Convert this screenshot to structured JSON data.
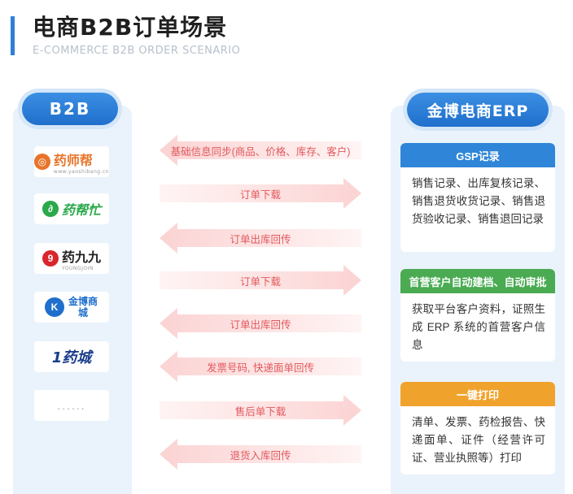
{
  "header": {
    "title": "电商B2B订单场景",
    "subtitle": "E-COMMERCE B2B ORDER SCENARIO"
  },
  "left": {
    "title": "B2B",
    "platforms": [
      {
        "name": "药师帮",
        "sub": "www.yaoshibang.cn",
        "icon": "yaoshibang-logo-icon",
        "color": "#e8742a"
      },
      {
        "name": "药帮忙",
        "sub": "",
        "icon": "yaobangmang-logo-icon",
        "color": "#2aa84a"
      },
      {
        "name": "药九九",
        "sub": "YOUNGJOIN",
        "icon": "yaojiujiu-logo-icon",
        "color": "#d9262c"
      },
      {
        "name": "金博商城",
        "sub": "",
        "icon": "jinbo-logo-icon",
        "color": "#1f6fcc"
      },
      {
        "name": "1药城",
        "sub": "",
        "icon": "yiyaocheng-logo-icon",
        "color": "#d9262c"
      },
      {
        "name": "......",
        "sub": "",
        "icon": "more-icon",
        "color": "#aaaaaa"
      }
    ]
  },
  "right": {
    "title": "金博电商ERP",
    "cards": [
      {
        "head": "GSP记录",
        "color": "#2f86d8",
        "body": "销售记录、出库复核记录、销售退货收货记录、销售退货验收记录、销售退回记录"
      },
      {
        "head": "首营客户自动建档、自动审批",
        "color": "#4aab52",
        "body": "获取平台客户资料，证照生成 ERP 系统的首营客户信息"
      },
      {
        "head": "一键打印",
        "color": "#f0a32c",
        "body": "清单、发票、药检报告、快递面单、证件（经营许可证、营业执照等）打印"
      }
    ]
  },
  "flows": [
    {
      "label": "基础信息同步(商品、价格、库存、客户)",
      "direction": "left"
    },
    {
      "label": "订单下载",
      "direction": "right"
    },
    {
      "label": "订单出库回传",
      "direction": "left"
    },
    {
      "label": "订单下载",
      "direction": "right"
    },
    {
      "label": "订单出库回传",
      "direction": "left"
    },
    {
      "label": "发票号码, 快递面单回传",
      "direction": "left"
    },
    {
      "label": "售后单下载",
      "direction": "right"
    },
    {
      "label": "退货入库回传",
      "direction": "left"
    }
  ]
}
